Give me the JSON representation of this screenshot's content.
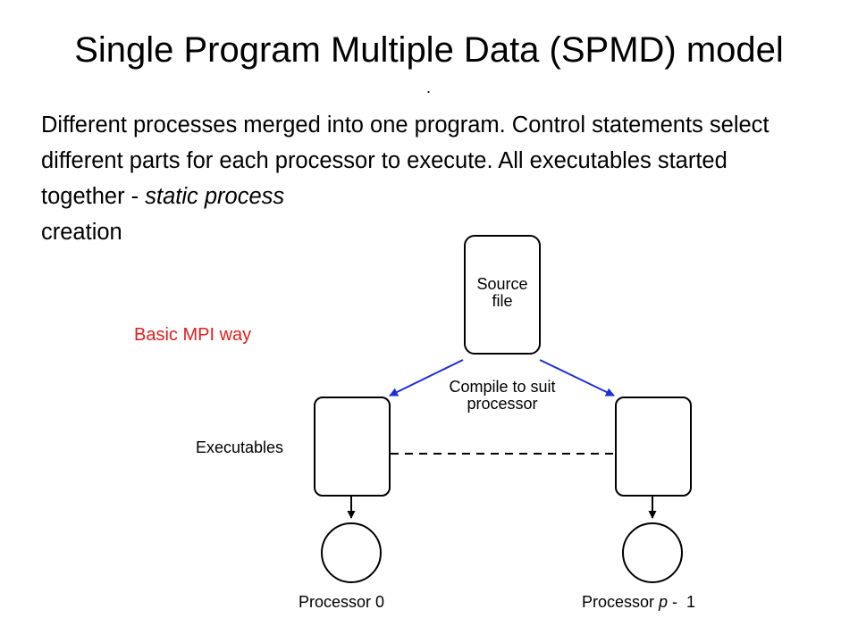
{
  "slide": {
    "title": "Single Program Multiple Data (SPMD) model",
    "dot": ".",
    "paragraph": {
      "text": "Different processes merged into one program. Control statements select different parts for each processor to execute. All executables started together - ",
      "italic": "static process",
      "tail": "creation"
    }
  },
  "diagram": {
    "source_file": [
      "Source",
      "file"
    ],
    "compile_label": [
      "Compile to suit",
      "processor"
    ],
    "basic_mpi": "Basic MPI way",
    "executables": "Executables",
    "processor_0": "Processor 0",
    "processor_last_prefix": "Processor ",
    "processor_last_var": "p",
    "processor_last_suffix": " -  1"
  },
  "colors": {
    "arrow_blue": "#1f2fd6",
    "label_red": "#e31c1c"
  }
}
